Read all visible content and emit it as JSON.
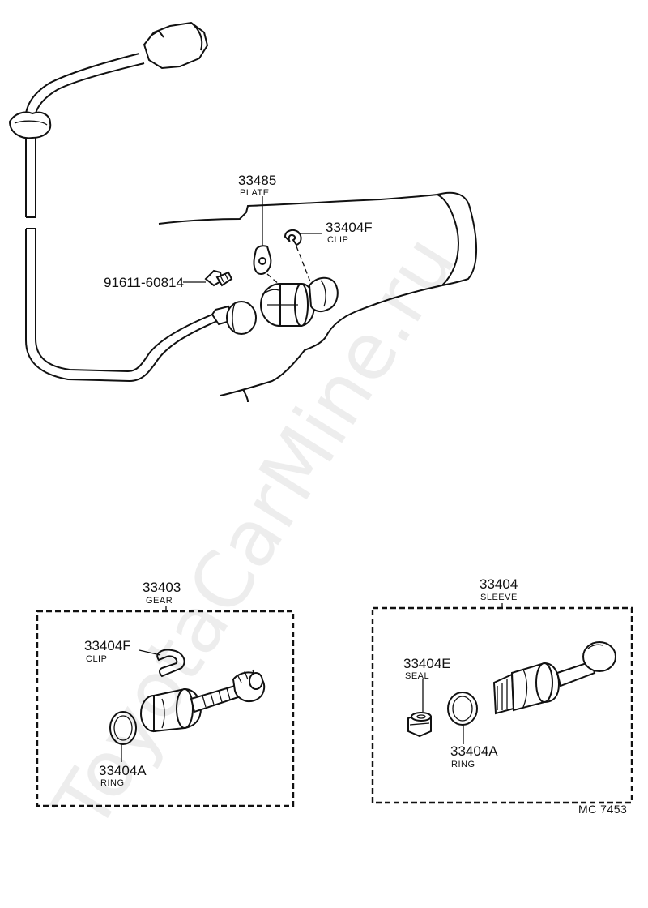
{
  "callouts": {
    "plate": {
      "number": "33485",
      "name": "PLATE"
    },
    "clip_top": {
      "number": "33404F",
      "name": "CLIP"
    },
    "bolt": {
      "number": "91611-60814"
    },
    "gear_group": {
      "number": "33403",
      "name": "GEAR"
    },
    "clip_gear": {
      "number": "33404F",
      "name": "CLIP"
    },
    "ring_gear": {
      "number": "33404A",
      "name": "RING"
    },
    "sleeve_group": {
      "number": "33404",
      "name": "SLEEVE"
    },
    "seal": {
      "number": "33404E",
      "name": "SEAL"
    },
    "ring_sleeve": {
      "number": "33404A",
      "name": "RING"
    }
  },
  "diagram_ref": "MC  7453",
  "watermark": "ToyotaCarMine.ru"
}
